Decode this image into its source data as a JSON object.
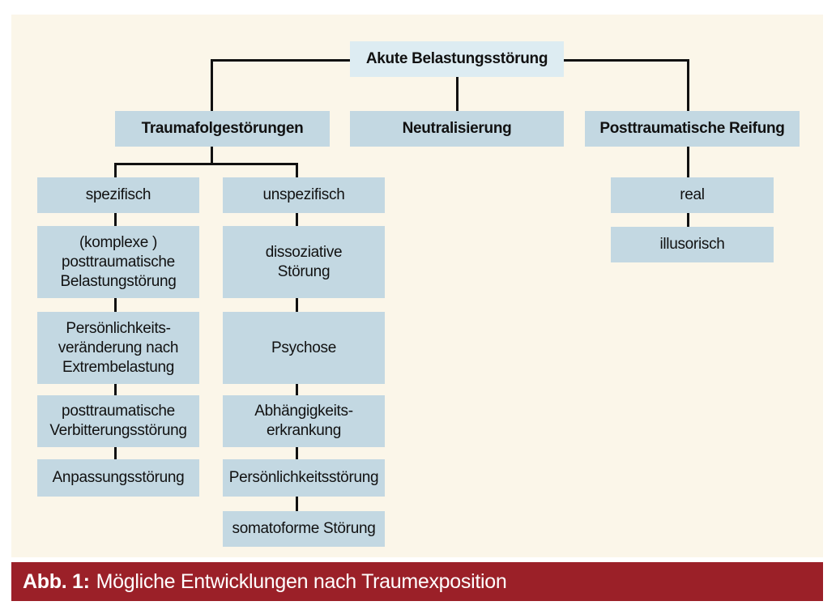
{
  "diagram": {
    "root": "Akute Belastungsstörung",
    "branches": {
      "trauma": "Traumafolgestörungen",
      "neutral": "Neutralisierung",
      "growth": "Posttraumatische Reifung"
    },
    "specific": {
      "header": "spezifisch",
      "items": [
        "(komplexe )\nposttraumatische\nBelastungstörung",
        "Persönlichkeits-\nveränderung nach\nExtrembelastung",
        "posttraumatische\nVerbitterungsstörung",
        "Anpassungsstörung"
      ]
    },
    "unspecific": {
      "header": "unspezifisch",
      "items": [
        "dissoziative\nStörung",
        "Psychose",
        "Abhängigkeits-\nerkrankung",
        "Persönlichkeitsstörung",
        "somatoforme Störung"
      ]
    },
    "growth_items": [
      "real",
      "illusorisch"
    ]
  },
  "caption": {
    "label": "Abb. 1:",
    "text": "Mögliche Entwicklungen nach Traumexposition"
  }
}
